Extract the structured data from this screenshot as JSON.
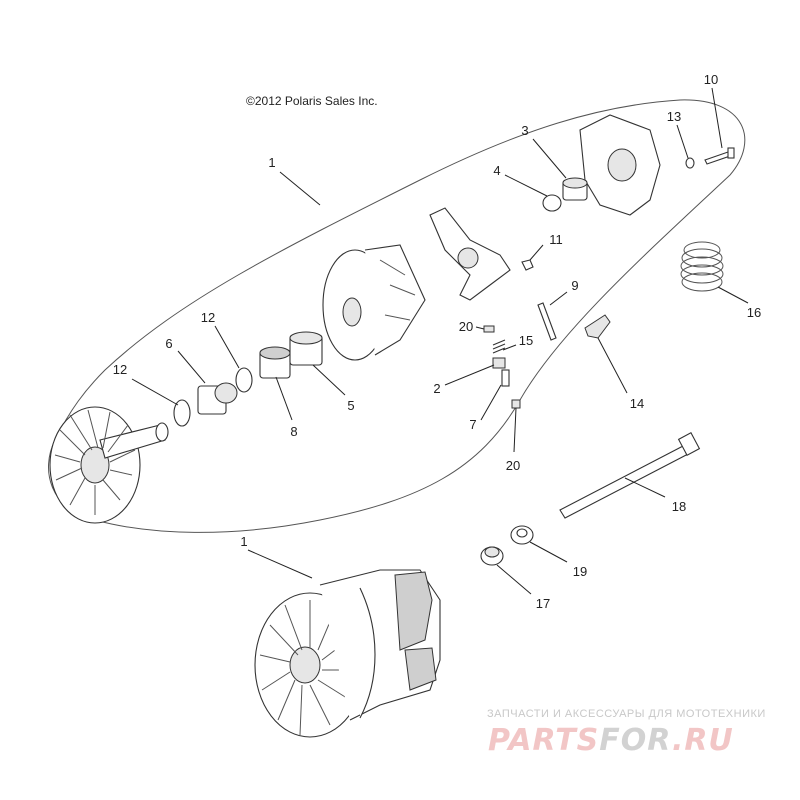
{
  "copyright": "©2012 Polaris Sales Inc.",
  "watermark": {
    "tagline": "ЗАПЧАСТИ И АКСЕССУАРЫ ДЛЯ МОТОТЕХНИКИ",
    "logo_part1": "PARTS",
    "logo_part2": "FOR",
    "logo_part3": ".RU",
    "color_red": "#f2c6c6",
    "color_gray": "#d2d2d2"
  },
  "callouts": {
    "c1_top": "1",
    "c1_bottom": "1",
    "c2": "2",
    "c3": "3",
    "c4": "4",
    "c5": "5",
    "c6": "6",
    "c7": "7",
    "c8": "8",
    "c9": "9",
    "c10": "10",
    "c11": "11",
    "c12_left": "12",
    "c12_mid": "12",
    "c13": "13",
    "c14": "14",
    "c15": "15",
    "c16": "16",
    "c17": "17",
    "c18": "18",
    "c19": "19",
    "c20_top": "20",
    "c20_bottom": "20"
  }
}
